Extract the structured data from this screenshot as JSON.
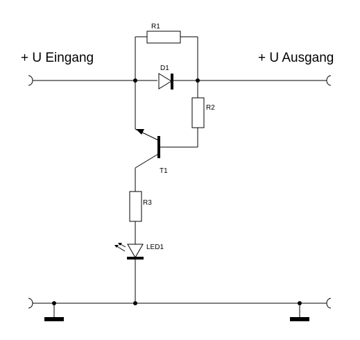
{
  "labels": {
    "input": "+ U Eingang",
    "output": "+ U Ausgang",
    "r1": "R1",
    "r2": "R2",
    "r3": "R3",
    "d1": "D1",
    "t1": "T1",
    "led1": "LED1"
  }
}
